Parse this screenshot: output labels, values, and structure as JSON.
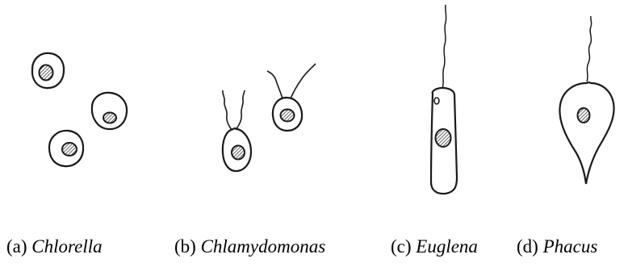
{
  "panels": [
    {
      "letter": "(a)",
      "name": "Chlorella"
    },
    {
      "letter": "(b)",
      "name": "Chlamydomonas"
    },
    {
      "letter": "(c)",
      "name": "Euglena"
    },
    {
      "letter": "(d)",
      "name": "Phacus"
    }
  ]
}
